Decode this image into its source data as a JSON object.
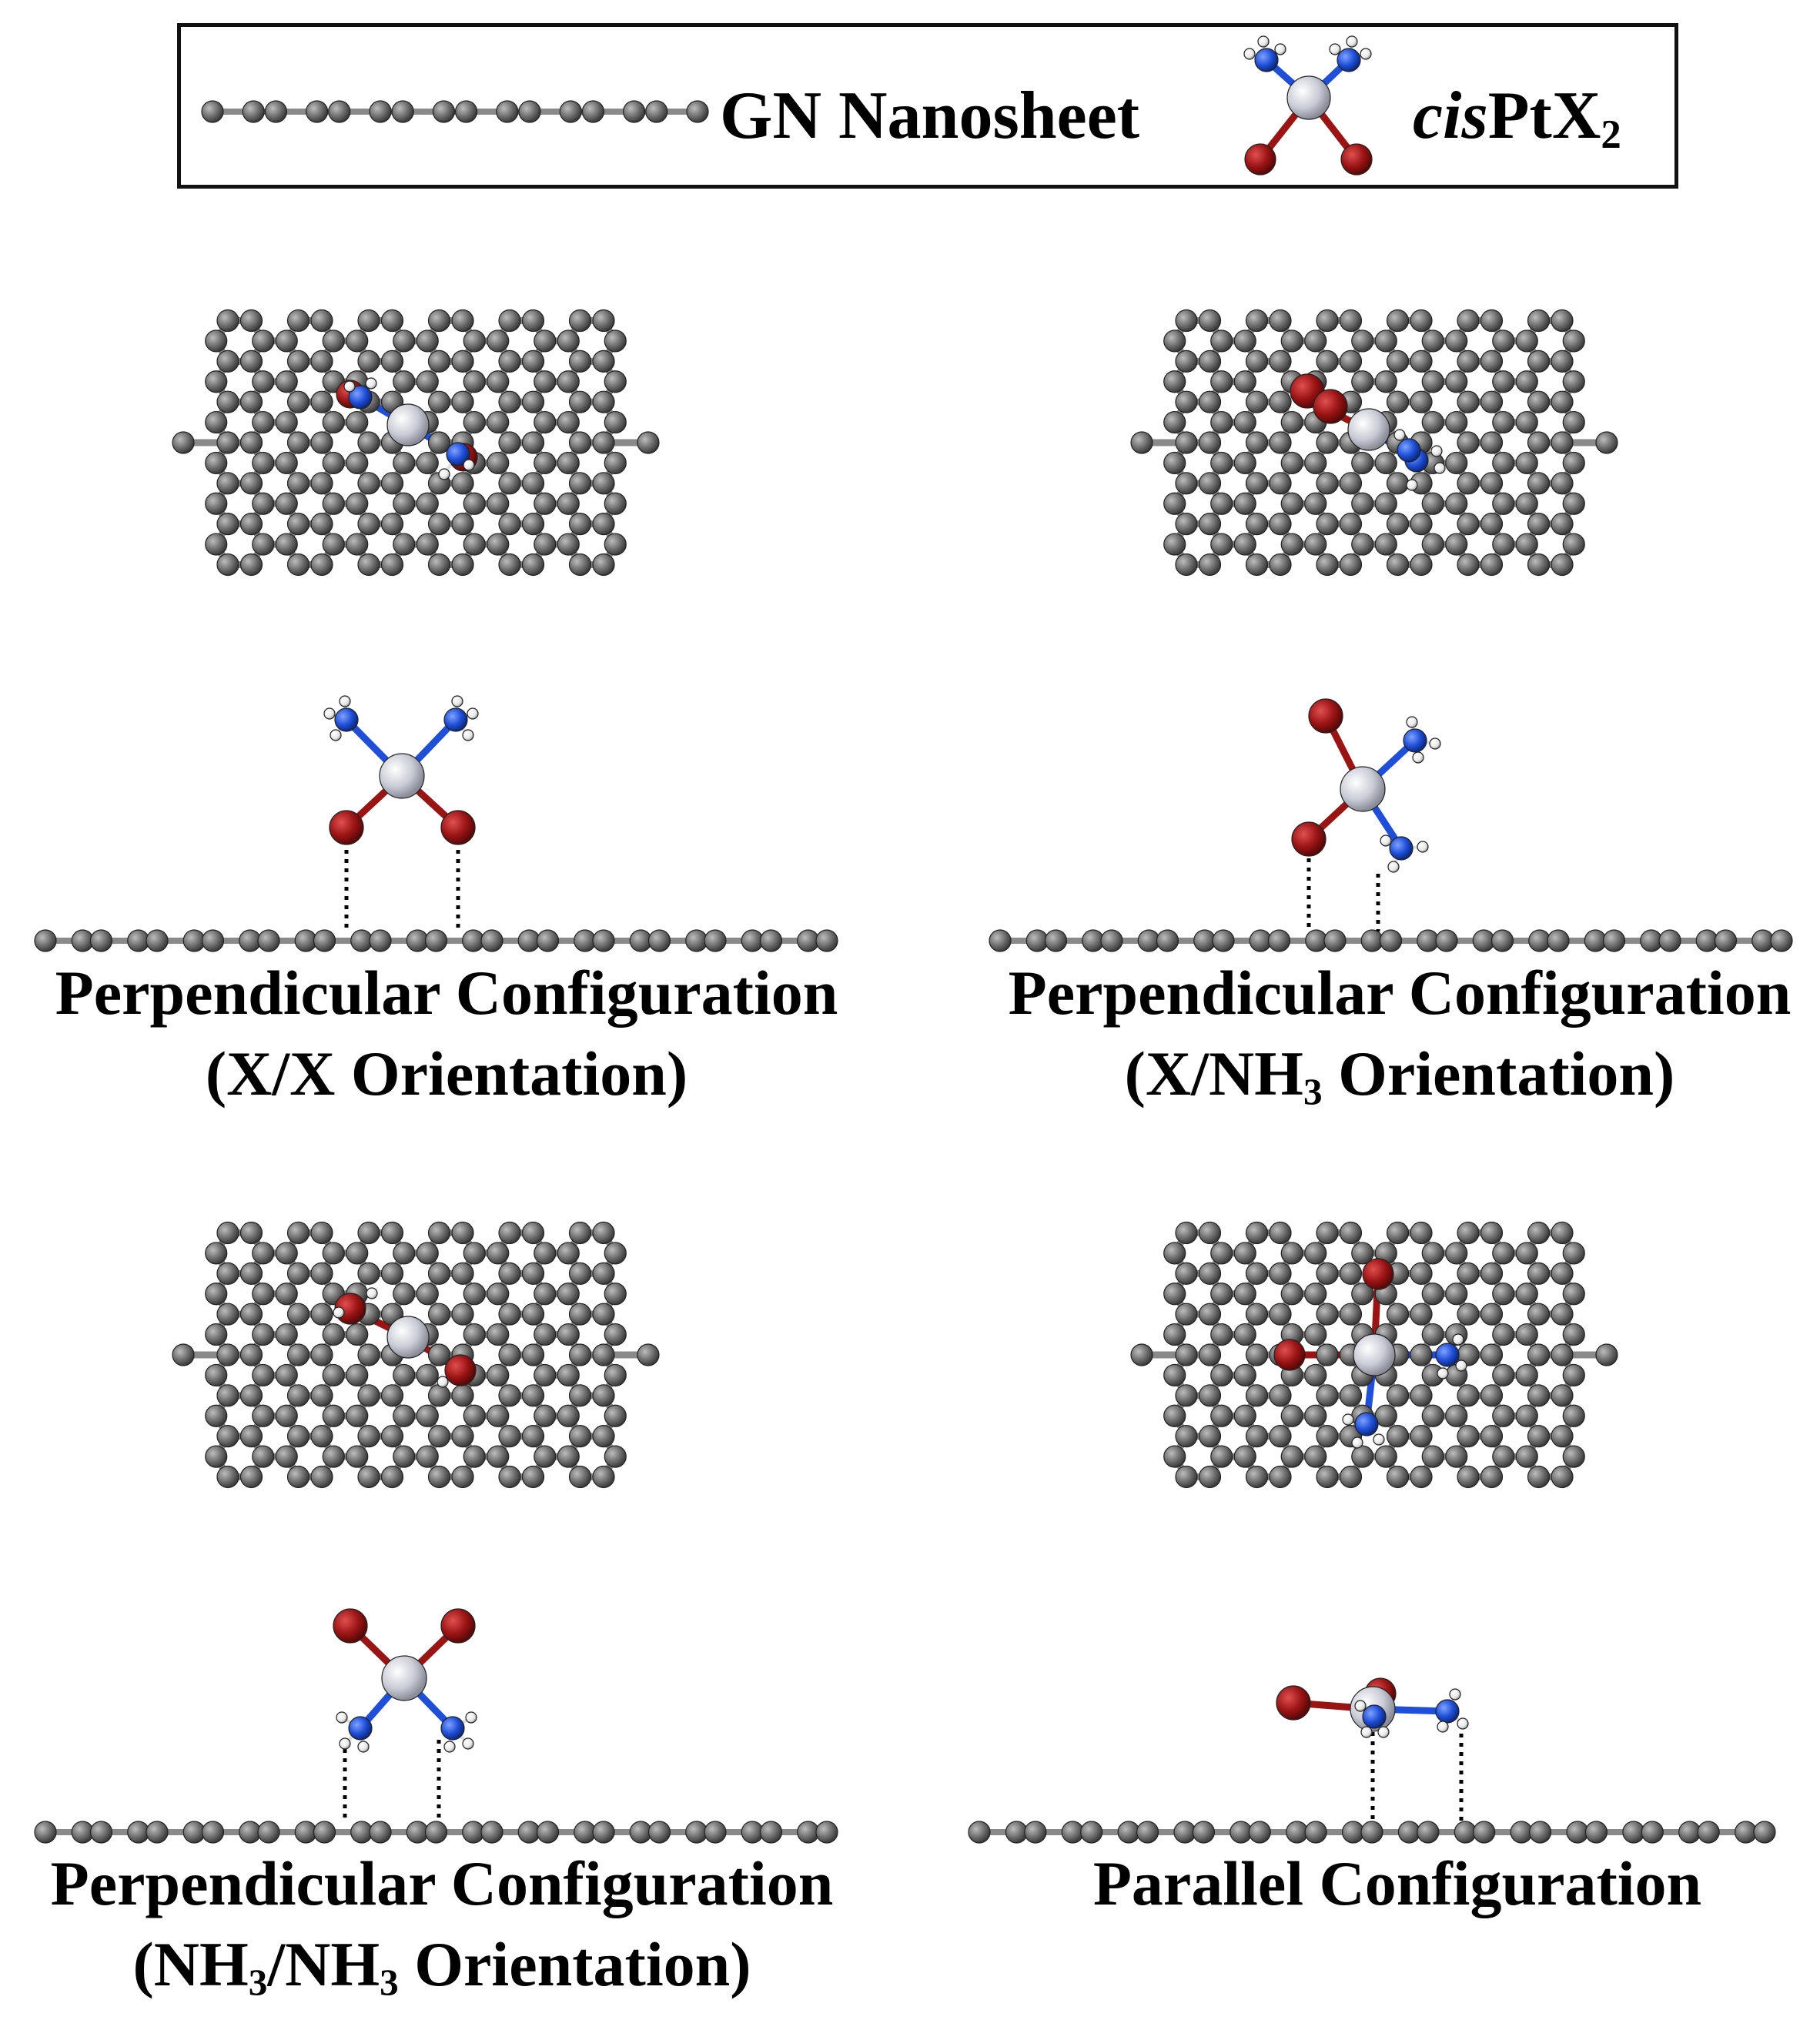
{
  "legend": {
    "sheet_label": "GN Nanosheet",
    "molecule_label_italic": "cis",
    "molecule_label_main": "PtX",
    "molecule_label_sub": "2"
  },
  "panels": [
    {
      "title": "Perpendicular Configuration",
      "subtitle_parts": [
        "(X/X Orientation)"
      ]
    },
    {
      "title": "Perpendicular Configuration",
      "subtitle_pre": "(X/NH",
      "subtitle_sub": "3",
      "subtitle_post": " Orientation)"
    },
    {
      "title": "Perpendicular Configuration",
      "subtitle_a": "(NH",
      "subtitle_sub1": "3",
      "subtitle_b": "/NH",
      "subtitle_sub2": "3",
      "subtitle_c": " Orientation)"
    },
    {
      "title": "Parallel Configuration"
    }
  ],
  "colors": {
    "carbon": "#6b6b6b",
    "carbon_bond": "#8a8a8a",
    "platinum": "#c9ccd6",
    "halogen": "#9b1414",
    "nitrogen": "#1f4fd8",
    "hydrogen": "#f2f2f2",
    "frame": "#111111"
  }
}
